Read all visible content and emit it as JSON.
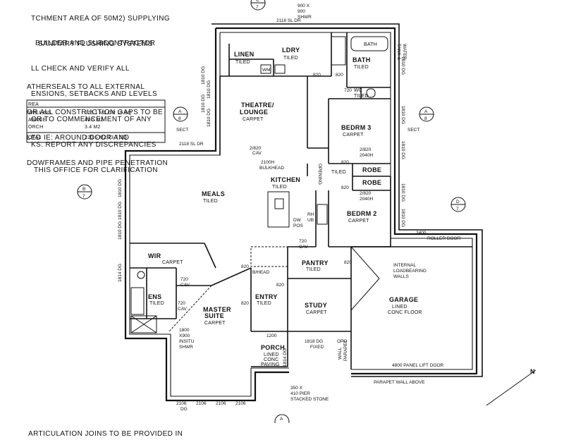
{
  "notes": {
    "top": [
      "TCHMENT AREA OF 50M2) SUPPLYING",
      "SANITARY FLUSHING SYSTEMS"
    ],
    "builder": [
      "BUILDER AND SUBCONTRACTOR",
      "LL CHECK AND VERIFY ALL",
      "ENSIONS, SETBACKS AND LEVELS",
      "OR TO COMMENCEMENT OF ANY",
      "KS. REPORT ANY DISCREPANCIES",
      "THIS OFFICE FOR CLARIFICATION"
    ],
    "weather": [
      "ATHERSEALS TO ALL EXTERNAL",
      "OR ALL CONSTRUCTION GAPS TO BE",
      "LED IE: AROUND DOOR AND",
      "DOWFRAMES AND PIPE PENETRATION"
    ],
    "articulation": [
      "ARTICULATION JOINS TO BE PROVIDED IN"
    ]
  },
  "area_table": {
    "header": "REA",
    "rows": [
      {
        "label": "WELLING",
        "value": "176.1 M2 OR 19 SQ"
      },
      {
        "label": "ARAGE",
        "value": "40.5 M2"
      },
      {
        "label": "ORCH",
        "value": "3.4 M2"
      },
      {
        "label": "OTAL",
        "value": "220.6 M2 23.7 SQ"
      }
    ]
  },
  "rooms": {
    "linen": {
      "name": "LINEN",
      "finish": "TILED"
    },
    "ldry": {
      "name": "LDRY",
      "finish": "TILED"
    },
    "bath": {
      "name": "BATH",
      "finish": "TILED"
    },
    "theatre": {
      "name": "THEATRE/",
      "name2": "LOUNGE",
      "finish": "CARPET"
    },
    "bedrm3": {
      "name": "BEDRM 3",
      "finish": "CARPET"
    },
    "robe1": {
      "name": "ROBE"
    },
    "robe2": {
      "name": "ROBE"
    },
    "meals": {
      "name": "MEALS",
      "finish": "TILED"
    },
    "kitchen": {
      "name": "KITCHEN",
      "finish": "TILED"
    },
    "bedrm2": {
      "name": "BEDRM 2",
      "finish": "CARPET"
    },
    "wir": {
      "name": "WIR",
      "finish": "CARPET"
    },
    "ens": {
      "name": "ENS",
      "finish": "TILED"
    },
    "master": {
      "name": "MASTER",
      "name2": "SUITE",
      "finish": "CARPET"
    },
    "entry": {
      "name": "ENTRY",
      "finish": "TILED"
    },
    "pantry": {
      "name": "PANTRY",
      "finish": "TILED"
    },
    "study": {
      "name": "STUDY",
      "finish": "CARPET"
    },
    "garage": {
      "name": "GARAGE",
      "finish": "LINED",
      "finish2": "CONC FLOOR"
    },
    "porch": {
      "name": "PORCH",
      "finish": "LINED",
      "finish2": "CONC",
      "finish3": "PAVING"
    },
    "wc": {
      "name": "WC",
      "finish": "TILED"
    }
  },
  "labels": {
    "bath_tub": "BATH",
    "shwr_top": "900 X",
    "shwr_top2": "900",
    "shwr_top3": "SHWR",
    "door_top": "2118 SL DR",
    "door_mid": "2118 SL DR",
    "tank": "TANK &",
    "water": "WATER",
    "wm": "WM",
    "d820_a": "820",
    "d820_b": "820",
    "d720_a": "720",
    "cav_a": "2/820",
    "cav_a2": "CAV",
    "bulk": "2100H",
    "bulk2": "BULKHEAD",
    "opening": "OPENING",
    "tiled_hall": "TILED",
    "b3_robe": "2/820",
    "b3_robe2": "2040H",
    "b2_robe": "2/820",
    "b2_robe2": "2040H",
    "dw": "DW",
    "pos": "POS",
    "rh": "RH",
    "ub": "UB",
    "d720_b": "720",
    "cav_b": "CAV",
    "d820_c": "820",
    "d820_d": "820",
    "d820_e": "820",
    "d820_f": "820",
    "d820_g": "820",
    "d820_h": "820",
    "roller": "2400",
    "roller2": "ROLLER DOOR",
    "internal": "INTERNAL",
    "internal2": "LOADBEARING",
    "internal3": "WALLS",
    "bhead": "B/HEAD",
    "d720_c": "720",
    "cav_c": "CAV",
    "d720_d": "720",
    "cav_d": "CAV",
    "shwr": "1800",
    "shwr2": "X900",
    "shwr3": "INSITU",
    "shwr4": "SHWR",
    "d1200": "1200",
    "fixed": "1818 DG",
    "fixed2": "FIXED",
    "opo": "OPO",
    "panel_door": "4800 PANEL LIFT DOOR",
    "parapet": "PARAPET WALL ABOVE",
    "wall_parapet": "WALL",
    "wall_parapet2": "PARAPET",
    "pier": "350 X",
    "pier2": "410 PIER",
    "pier3": "STACKED STONE",
    "wdw_a": "2106",
    "wdw_b": "2106",
    "wdw_c": "2106",
    "wdw_d": "2106",
    "dg": "DG",
    "sect_left": "SECT",
    "sect_right": "SECT",
    "sect_a_top": "A",
    "sect_a_bot": "8",
    "sect_b_top": "A",
    "sect_b_bot": "8",
    "mark_b": "B",
    "mark_b2": "7",
    "mark_d": "D",
    "mark_d2": "7",
    "mark_a": "A",
    "mark_c": "C",
    "mark_c2": "7",
    "north": "N",
    "vert_1": "1810 DG",
    "vert_2": "1810 DG",
    "vert_3": "1810 DG",
    "vert_4": "1810 DG",
    "vert_5": "1810 DG",
    "vert_6": "1810 DG",
    "vert_7": "1810 DG",
    "vert_8": "1814 DG",
    "vert_9": "1810 DG",
    "vert_10": "1810 DG",
    "vert_11": "1810 DG",
    "vert_12": "1810 DG",
    "vert_13": "1810 DG",
    "vert_14": "1814 DG"
  }
}
